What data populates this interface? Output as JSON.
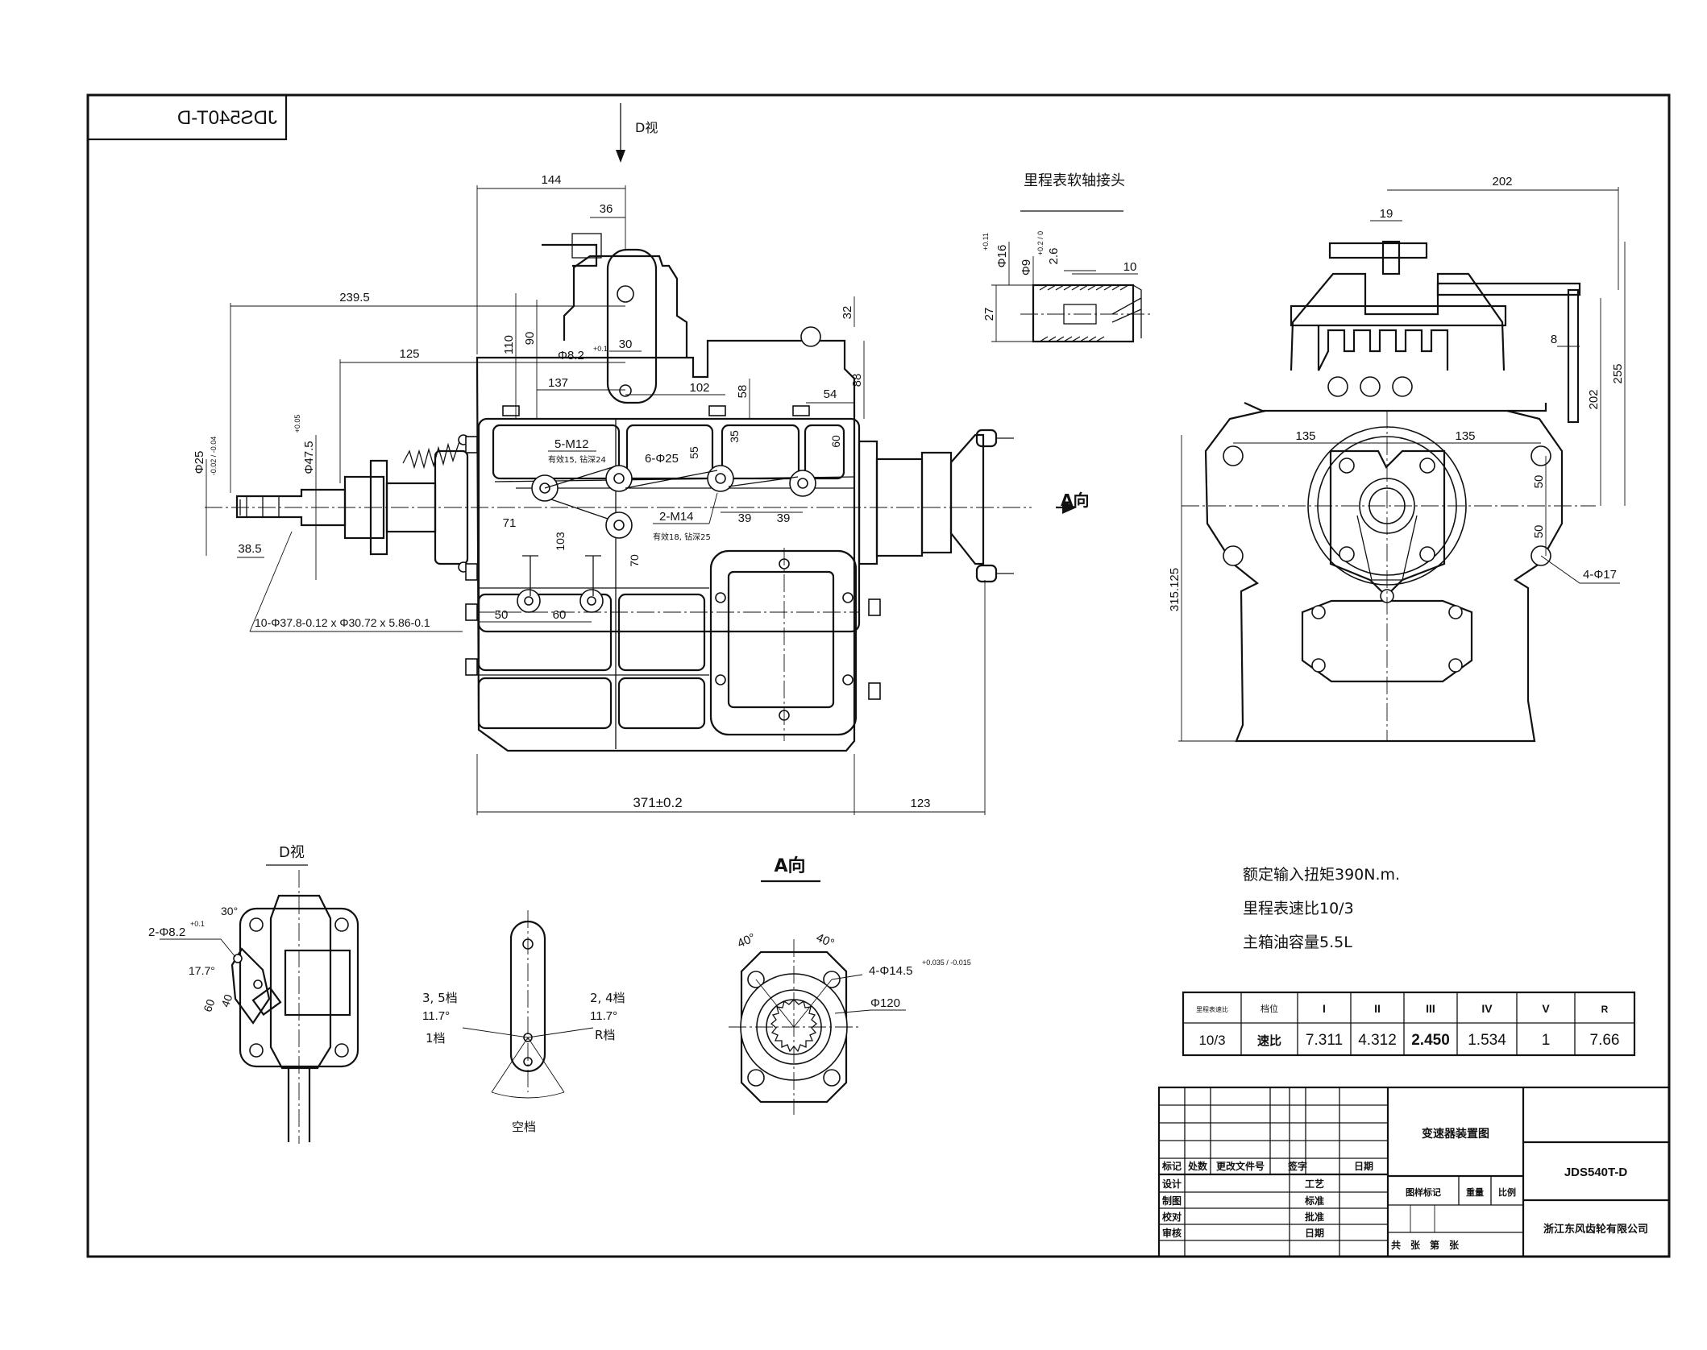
{
  "drawing": {
    "mirrored_code": "JDS540T-D",
    "d_view_arrow_label": "D视",
    "speedo_title": "里程表软轴接头",
    "a_direction_arrow_label": "A向",
    "d_view_title": "D视",
    "a_view_title": "A向"
  },
  "front_view_dims": {
    "d144": "144",
    "d36": "36",
    "d239_5": "239.5",
    "d125": "125",
    "d110": "110",
    "d90": "90",
    "d30": "30",
    "d32": "32",
    "d8_2": "Φ8.2",
    "d8_2_tol": "+0.1",
    "d137": "137",
    "d102": "102",
    "d58": "58",
    "d54": "54",
    "d88": "88",
    "d47_5": "Φ47.5",
    "d47_5_tol": "+0.05",
    "d25": "Φ25",
    "d25_tol": "-0.02 / -0.04",
    "m12": "5-M12",
    "m12_note": "有效15, 钻深24",
    "d6_25": "6-Φ25",
    "d55": "55",
    "d35": "35",
    "d60a": "60",
    "m14": "2-M14",
    "m14_note": "有效18, 钻深25",
    "d71": "71",
    "d103": "103",
    "d39a": "39",
    "d39b": "39",
    "d70": "70",
    "d38_5": "38.5",
    "spline": "10-Φ37.8-0.12 x Φ30.72 x 5.86-0.1",
    "d50": "50",
    "d60b": "60",
    "d371": "371±0.2",
    "d123": "123"
  },
  "speedo_dims": {
    "d16": "Φ16",
    "d16_tol": "+0.11",
    "d9": "Φ9",
    "d2_6": "2.6",
    "d2_6_tol": "+0.2 / 0",
    "d10": "10",
    "d27": "27"
  },
  "side_view_dims": {
    "d202_top": "202",
    "d19": "19",
    "d8": "8",
    "d202_v": "202",
    "d255": "255",
    "d135_l": "135",
    "d135_r": "135",
    "d50_a": "50",
    "d50_b": "50",
    "holes": "4-Φ17",
    "d315": "315.125"
  },
  "d_view_dims": {
    "holes": "2-Φ8.2",
    "holes_tol": "+0.1",
    "a30": "30°",
    "a17": "17.7°",
    "d60": "60",
    "d40": "40"
  },
  "shift_pattern": {
    "g35": "3, 5档",
    "a35": "11.7°",
    "g1": "1档",
    "g24": "2, 4档",
    "a24": "11.7°",
    "gr": "R档",
    "neutral": "空档"
  },
  "a_view_dims": {
    "a40l": "40°",
    "a40r": "40°",
    "holes": "4-Φ14.5",
    "holes_tol": "+0.035 / -0.015",
    "d120": "Φ120"
  },
  "specs": {
    "line1": "额定输入扭矩390N.m.",
    "line2": "里程表速比10/3",
    "line3": "主箱油容量5.5L"
  },
  "ratio_table": {
    "headers": [
      "里程表速比",
      "档位",
      "I",
      "II",
      "III",
      "IV",
      "V",
      "R"
    ],
    "row": [
      "10/3",
      "速比",
      "7.311",
      "4.312",
      "2.450",
      "1.534",
      "1",
      "7.66"
    ]
  },
  "title_block": {
    "drawing_name": "变速器装置图",
    "code": "JDS540T-D",
    "company": "浙江东风齿轮有限公司",
    "rev_headers": [
      "标记",
      "处数",
      "更改文件号",
      "签字",
      "日期"
    ],
    "roles": [
      "设计",
      "制图",
      "校对",
      "审核"
    ],
    "roles_right": [
      "工艺",
      "标准",
      "批准",
      "日期"
    ],
    "meta_headers": [
      "图样标记",
      "重量",
      "比例"
    ],
    "sheet_label": "共　张　第　张"
  }
}
